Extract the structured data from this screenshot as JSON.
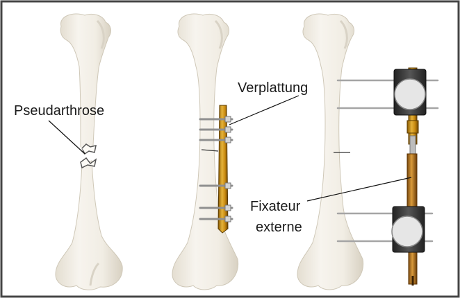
{
  "labels": {
    "pseudarthrose": "Pseudarthrose",
    "verplattung": "Verplattung",
    "fixateur_line1": "Fixateur",
    "fixateur_line2": "externe"
  },
  "colors": {
    "frame": "#444444",
    "bone": "#f1ede4",
    "bone_shadow": "#d9d3c6",
    "plate": "#b8860b",
    "plate_light": "#e6b33a",
    "screw": "#a9a9a9",
    "clamp": "#3a3a3a",
    "rod": "#b8b8b8"
  }
}
